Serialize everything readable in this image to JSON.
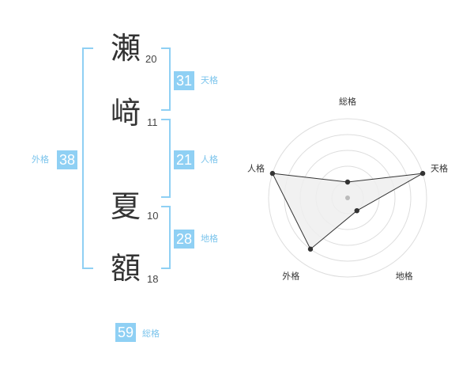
{
  "name": {
    "characters": [
      {
        "char": "瀬",
        "strokes": "20"
      },
      {
        "char": "﨑",
        "strokes": "11"
      },
      {
        "char": "夏",
        "strokes": "10"
      },
      {
        "char": "額",
        "strokes": "18"
      }
    ]
  },
  "kakusu": {
    "ten": {
      "value": "31",
      "label": "天格"
    },
    "jin": {
      "value": "21",
      "label": "人格"
    },
    "chi": {
      "value": "28",
      "label": "地格"
    },
    "gai": {
      "value": "38",
      "label": "外格"
    },
    "sou": {
      "value": "59",
      "label": "総格"
    }
  },
  "colors": {
    "accent": "#8fd0f4",
    "accent_text": "#7bc4ec",
    "radar_fill": "#eeeeee",
    "radar_line": "#333333",
    "grid": "#dddddd"
  },
  "chart_data": {
    "type": "radar",
    "axes": [
      "総格",
      "天格",
      "地格",
      "外格",
      "人格"
    ],
    "values": [
      1,
      5,
      1,
      4,
      5
    ],
    "rlim": [
      0,
      5
    ],
    "grid": true
  }
}
